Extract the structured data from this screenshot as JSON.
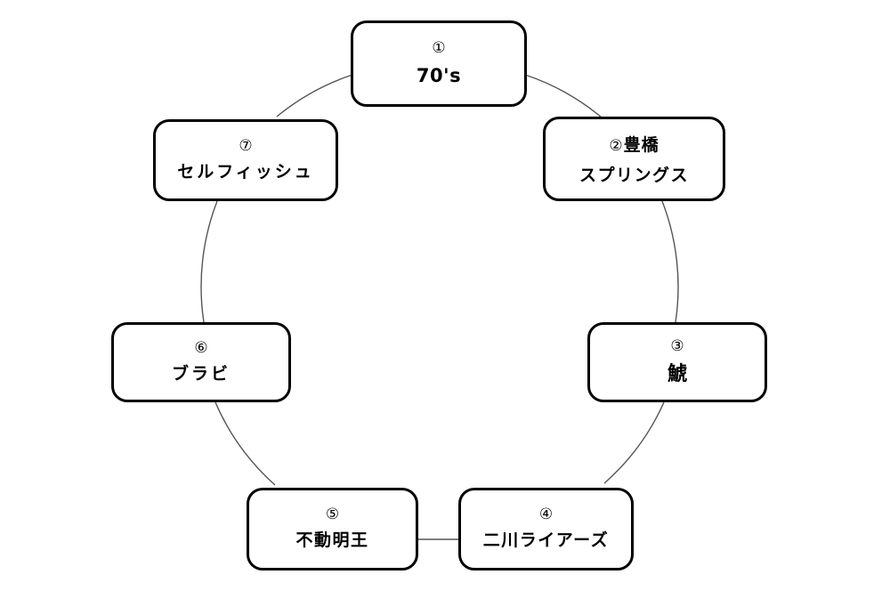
{
  "diagram": {
    "type": "circular-cycle",
    "node_count": 7,
    "nodes": [
      {
        "id": "node-1",
        "number": "①",
        "label": "70's",
        "sublabel": "",
        "inline_number": false
      },
      {
        "id": "node-2",
        "number": "②",
        "label": "豊橋",
        "sublabel": "スプリングス",
        "inline_number": true
      },
      {
        "id": "node-3",
        "number": "③",
        "label": "鯱",
        "sublabel": "",
        "inline_number": false
      },
      {
        "id": "node-4",
        "number": "④",
        "label": "二川ライアーズ",
        "sublabel": "",
        "inline_number": false
      },
      {
        "id": "node-5",
        "number": "⑤",
        "label": "不動明王",
        "sublabel": "",
        "inline_number": false
      },
      {
        "id": "node-6",
        "number": "⑥",
        "label": "ブラビ",
        "sublabel": "",
        "inline_number": false
      },
      {
        "id": "node-7",
        "number": "⑦",
        "label": "セルフィッシュ",
        "sublabel": "",
        "inline_number": false
      }
    ],
    "connectors": [
      {
        "from": "node-1",
        "to": "node-2"
      },
      {
        "from": "node-2",
        "to": "node-3"
      },
      {
        "from": "node-3",
        "to": "node-4"
      },
      {
        "from": "node-4",
        "to": "node-5"
      },
      {
        "from": "node-5",
        "to": "node-6"
      },
      {
        "from": "node-6",
        "to": "node-7"
      },
      {
        "from": "node-7",
        "to": "node-1"
      }
    ]
  },
  "colors": {
    "background": "#ffffff",
    "box_border": "#000000",
    "box_fill": "#ffffff",
    "text": "#000000",
    "connector_line": "#555555"
  }
}
